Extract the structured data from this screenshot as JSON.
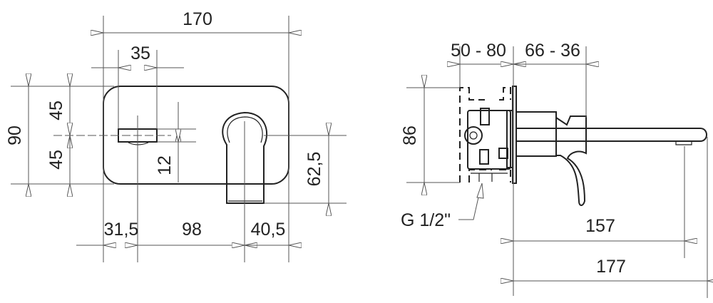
{
  "front_view": {
    "overall_width": "170",
    "spout_width": "35",
    "overall_height": "90",
    "upper_half": "45",
    "lower_half": "45",
    "spout_height": "12",
    "lever_drop": "62,5",
    "left_offset": "31,5",
    "center_distance": "98",
    "right_offset": "40,5"
  },
  "side_view": {
    "body_depth": "50 - 80",
    "projection": "66 - 36",
    "body_height": "86",
    "connection": "G 1/2\"",
    "spout_reach": "157",
    "total_reach": "177"
  }
}
